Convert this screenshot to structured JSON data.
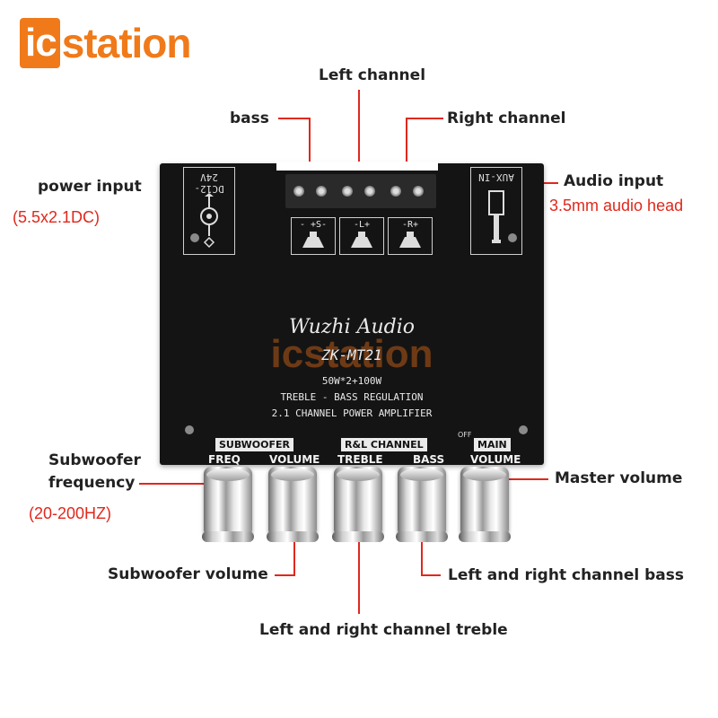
{
  "logo": {
    "part1": "ic",
    "part2": "station"
  },
  "labels": {
    "left_channel": "Left channel",
    "bass": "bass",
    "right_channel": "Right channel",
    "power_input": "power input",
    "power_spec": "(5.5x2.1DC)",
    "audio_input": "Audio input",
    "audio_spec": "3.5mm audio head",
    "subwoofer_frequency_l1": "Subwoofer",
    "subwoofer_frequency_l2": "frequency",
    "subwoofer_range": "(20-200HZ)",
    "master_volume": "Master volume",
    "subwoofer_volume": "Subwoofer volume",
    "lr_bass": "Left and right channel bass",
    "lr_treble": "Left and right channel treble"
  },
  "board": {
    "dc_label": "DC12-24V",
    "aux_label": "AUX-IN",
    "terminal_s": "-  +S-",
    "terminal_l": "-L+",
    "terminal_r": "-R+",
    "terminal_plus_s": "- +S-",
    "brand": "Wuzhi Audio",
    "model": "ZK-MT21",
    "watermark": "icstation",
    "power": "50W*2+100W",
    "feature1": "TREBLE - BASS REGULATION",
    "feature2": "2.1 CHANNEL POWER AMPLIFIER",
    "tag_subwoofer": "SUBWOOFER",
    "tag_rl": "R&L CHANNEL",
    "tag_main": "MAIN",
    "off": "OFF",
    "knob_freq": "FREQ",
    "knob_volume": "VOLUME",
    "knob_treble": "TREBLE",
    "knob_bass": "BASS",
    "knob_main_volume": "VOLUME"
  },
  "colors": {
    "brand_orange": "#f07a1a",
    "callout_red": "#e0281c",
    "board": "#141414"
  }
}
